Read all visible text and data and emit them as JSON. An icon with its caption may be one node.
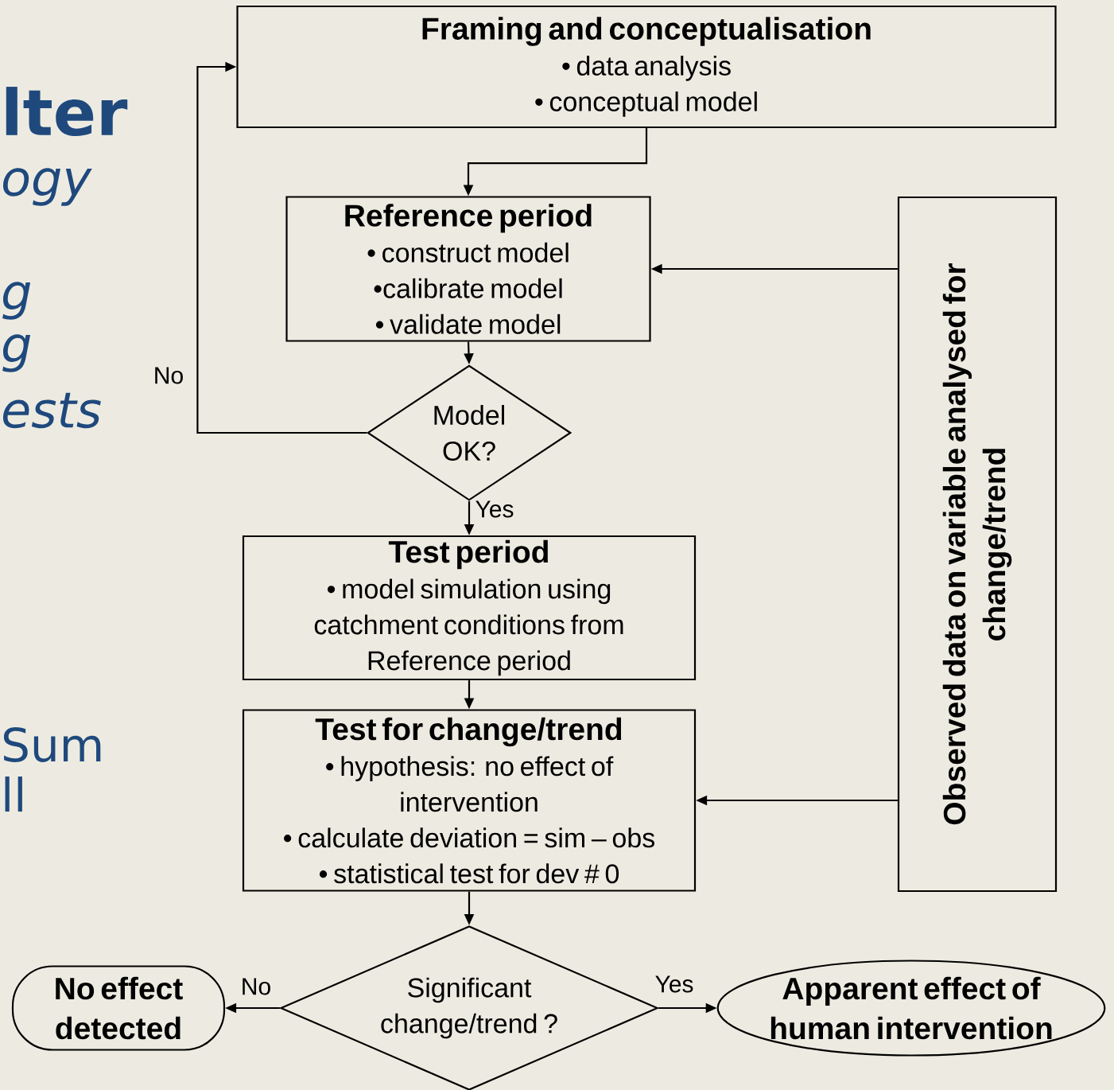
{
  "diagram": {
    "nodes": [
      {
        "text": [
          "Framing and conceptualisation",
          "• data analysis",
          "• conceptual model"
        ]
      },
      {
        "text": [
          "Reference period",
          "• construct model",
          "•calibrate model",
          "• validate model"
        ]
      },
      {
        "text": [
          "Model OK?"
        ]
      },
      {
        "text": [
          "Test period",
          "• model simulation using catchment conditions from Reference period"
        ]
      },
      {
        "text": [
          "Test for change/trend",
          "• hypothesis: no effect of intervention",
          "• calculate deviation = sim – obs",
          "• statistical test for dev # 0"
        ]
      },
      {
        "text": [
          "Observed data on variable analysed for change/trend"
        ]
      },
      {
        "text": [
          "Significant change/trend ?"
        ]
      },
      {
        "text": [
          "No effect detected"
        ]
      },
      {
        "text": [
          "Apparent effect of human intervention"
        ]
      }
    ],
    "edges": [
      {
        "from": 0,
        "to": 1,
        "arrow": "to"
      },
      {
        "from": 1,
        "to": 2,
        "arrow": "to"
      },
      {
        "from": 2,
        "to": 0,
        "arrow": "to",
        "label": "No"
      },
      {
        "from": 2,
        "to": 3,
        "arrow": "to",
        "label": "Yes"
      },
      {
        "from": 5,
        "to": 1,
        "arrow": "to"
      },
      {
        "from": 5,
        "to": 4,
        "arrow": "to"
      },
      {
        "from": 3,
        "to": 4,
        "arrow": "to"
      },
      {
        "from": 4,
        "to": 6,
        "arrow": "to"
      },
      {
        "from": 6,
        "to": 7,
        "arrow": "to",
        "label": "No"
      },
      {
        "from": 6,
        "to": 8,
        "arrow": "to",
        "label": "Yes"
      }
    ],
    "labels": [
      "lter",
      "ogy",
      "g",
      "g",
      "ests",
      "Sum",
      "ll"
    ]
  }
}
